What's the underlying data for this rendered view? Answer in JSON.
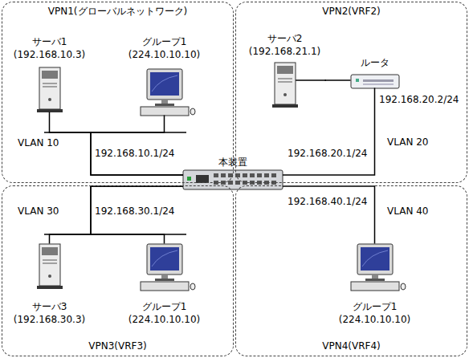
{
  "diagram": {
    "nodes": [
      {
        "text": [
          "VPN1(グローバルネットワーク)"
        ]
      },
      {
        "text": [
          "サーバ1",
          "(192.168.10.3)"
        ],
        "in": 0
      },
      {
        "text": [
          "グループ1",
          "(224.10.10.10)"
        ],
        "in": 0
      },
      {
        "text": [
          "VPN2(VRF2)"
        ]
      },
      {
        "text": [
          "サーバ2",
          "(192.168.21.1)"
        ],
        "in": 3
      },
      {
        "text": [
          "ルータ"
        ],
        "in": 3
      },
      {
        "text": [
          "VPN3(VRF3)"
        ]
      },
      {
        "text": [
          "サーバ3",
          "(192.168.30.3)"
        ],
        "in": 6
      },
      {
        "text": [
          "グループ1",
          "(224.10.10.10)"
        ],
        "in": 6
      },
      {
        "text": [
          "VPN4(VRF4)"
        ]
      },
      {
        "text": [
          "グループ1",
          "(224.10.10.10)"
        ],
        "in": 9
      },
      {
        "text": [
          "本装置"
        ]
      }
    ],
    "edges": [
      {
        "from": 1,
        "to": 11,
        "arrow": "none"
      },
      {
        "from": 2,
        "to": 11,
        "arrow": "none"
      },
      {
        "from": 4,
        "to": 5,
        "arrow": "none"
      },
      {
        "from": 5,
        "to": 11,
        "arrow": "none"
      },
      {
        "from": 7,
        "to": 11,
        "arrow": "none"
      },
      {
        "from": 8,
        "to": 11,
        "arrow": "none"
      },
      {
        "from": 10,
        "to": 11,
        "arrow": "none"
      }
    ],
    "labels": [
      "VLAN 10",
      "192.168.10.1/24",
      "192.168.20.2/24",
      "192.168.20.1/24",
      "VLAN 20",
      "VLAN 30",
      "192.168.30.1/24",
      "192.168.40.1/24",
      "VLAN 40"
    ]
  }
}
